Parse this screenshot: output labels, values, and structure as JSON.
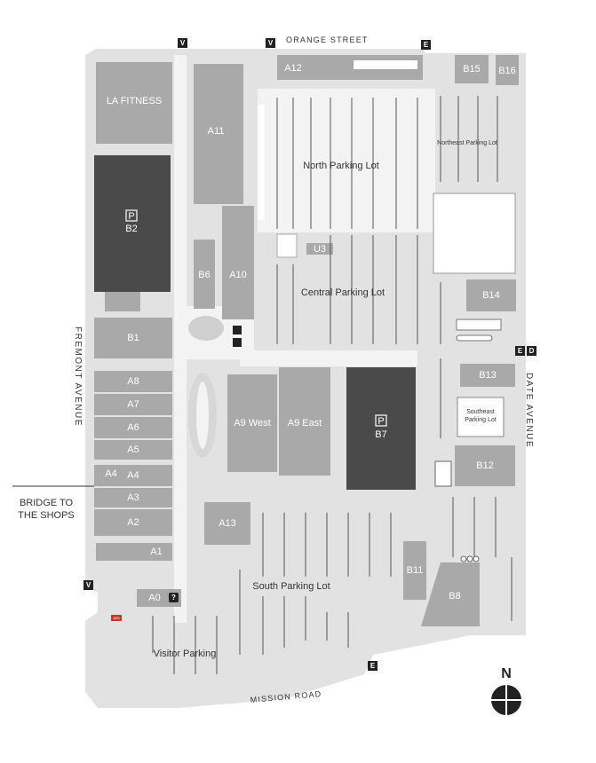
{
  "streets": {
    "north": "ORANGE STREET",
    "west": "FREMONT AVENUE",
    "east": "DATE AVENUE",
    "south": "MISSION ROAD"
  },
  "callout": {
    "line1": "BRIDGE TO",
    "line2": "THE SHOPS"
  },
  "buildings": {
    "la_fitness": "LA FITNESS",
    "a11": "A11",
    "a12": "A12",
    "b15": "B15",
    "b16": "B16",
    "b2": "B2",
    "b2_parking": "P",
    "b6": "B6",
    "a10": "A10",
    "u3": "U3",
    "b14": "B14",
    "b1": "B1",
    "a8": "A8",
    "a7": "A7",
    "a6": "A6",
    "a5": "A5",
    "a4": "A4",
    "a4_small": "A4",
    "a3": "A3",
    "a2": "A2",
    "a1": "A1",
    "a0": "A0",
    "a9_west": "A9 West",
    "a9_east": "A9 East",
    "b7": "B7",
    "b7_parking": "P",
    "b13": "B13",
    "b12": "B12",
    "a13": "A13",
    "b11": "B11",
    "b8": "B8",
    "a03": "A03"
  },
  "lots": {
    "north": "North Parking Lot",
    "northeast": "Northeast Parking Lot",
    "central": "Central Parking Lot",
    "southeast_1": "Southeast",
    "southeast_2": "Parking Lot",
    "south": "South Parking Lot",
    "visitor": "Visitor Parking"
  },
  "markers": {
    "visitor": "V",
    "entrance": "E",
    "d": "D",
    "info": "?"
  },
  "compass": {
    "label": "N"
  }
}
